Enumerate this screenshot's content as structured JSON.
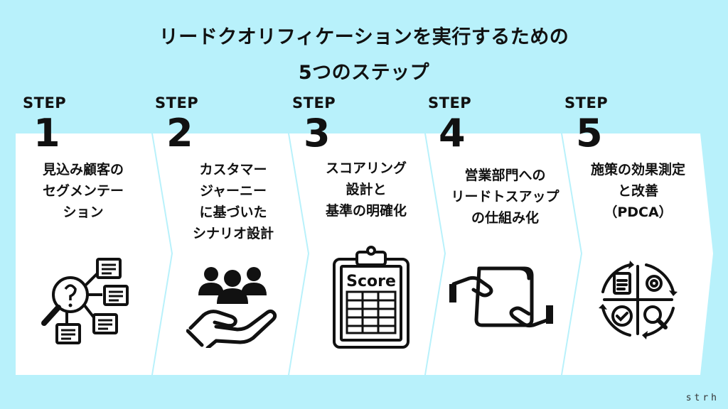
{
  "title": {
    "line1": "リードクオリフィケーションを実行するための",
    "line2": "5つのステップ"
  },
  "steps": [
    {
      "label": "STEP",
      "number": "1",
      "lines": [
        "見込み顧客の",
        "セグメンテー",
        "ション"
      ],
      "icon": "search-segments-icon"
    },
    {
      "label": "STEP",
      "number": "2",
      "lines": [
        "カスタマー",
        "ジャーニー",
        "に基づいた",
        "シナリオ設計"
      ],
      "icon": "people-hand-icon"
    },
    {
      "label": "STEP",
      "number": "3",
      "lines": [
        "スコアリング",
        "設計と",
        "基準の明確化"
      ],
      "icon": "score-clipboard-icon",
      "icon_text": "Score"
    },
    {
      "label": "STEP",
      "number": "4",
      "lines": [
        "営業部門への",
        "リードトスアップ",
        "の仕組み化"
      ],
      "icon": "handover-icon"
    },
    {
      "label": "STEP",
      "number": "5",
      "lines": [
        "施策の効果測定",
        "と改善",
        "（PDCA）"
      ],
      "icon": "pdca-cycle-icon"
    }
  ],
  "logo": "strh",
  "colors": {
    "background": "#b8f1fb",
    "card": "#ffffff",
    "text": "#111111"
  }
}
